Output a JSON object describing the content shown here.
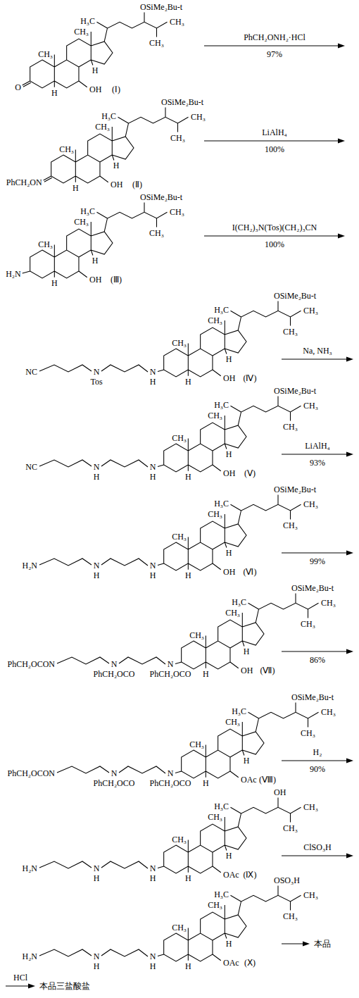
{
  "diagram": {
    "labels": [
      "OSiMe₂Bu-t",
      "H₃C",
      "CH₃",
      "CH₃",
      "CH₃",
      "CH₃",
      "H",
      "H",
      "OH",
      "O",
      "(Ⅰ)",
      "PhCH₂ONH₂·HCl",
      "97%",
      "OSiMe₂Bu-t",
      "H₃C",
      "CH₃",
      "CH₃",
      "CH₃",
      "CH₃",
      "H",
      "H",
      "OH",
      "PhCH₂ON",
      "(Ⅱ)",
      "LiAlH₄",
      "100%",
      "OSiMe₂Bu-t",
      "H₃C",
      "CH₃",
      "CH₃",
      "CH₃",
      "CH₃",
      "H",
      "H",
      "OH",
      "H₂N",
      "(Ⅲ)",
      "I(CH₂)₃N(Tos)(CH₂)₃CN",
      "100%",
      "OSiMe₂Bu-t",
      "H₃C",
      "CH₃",
      "CH₃",
      "CH₃",
      "CH₃",
      "H",
      "H",
      "OH",
      "NC",
      "N",
      "Tos",
      "N",
      "H",
      "(Ⅳ)",
      "Na, NH₃",
      "OSiMe₂Bu-t",
      "H₃C",
      "CH₃",
      "CH₃",
      "CH₃",
      "CH₃",
      "H",
      "H",
      "OH",
      "NC",
      "N",
      "H",
      "N",
      "H",
      "(Ⅴ)",
      "LiAlH₄",
      "93%",
      "OSiMe₂Bu-t",
      "H₃C",
      "CH₃",
      "CH₃",
      "CH₃",
      "CH₃",
      "H",
      "H",
      "OH",
      "H₂N",
      "N",
      "H",
      "N",
      "H",
      "(Ⅵ)",
      "99%",
      "OSiMe₂Bu-t",
      "H₃C",
      "CH₃",
      "CH₃",
      "CH₃",
      "CH₃",
      "H",
      "H",
      "OH",
      "PhCH₂OCON",
      "N",
      "PhCH₂OCO",
      "N",
      "PhCH₂OCO",
      "(Ⅶ)",
      "86%",
      "OSiMe₂Bu-t",
      "H₃C",
      "CH₃",
      "CH₃",
      "CH₃",
      "CH₃",
      "H",
      "H",
      "OAc",
      "PhCH₂OCON",
      "N",
      "PhCH₂OCO",
      "N",
      "PhCH₂OCO",
      "(Ⅷ)",
      "H₂",
      "90%",
      "OH",
      "H₃C",
      "CH₃",
      "CH₃",
      "CH₃",
      "CH₃",
      "H",
      "H",
      "OAc",
      "H₂N",
      "N",
      "H",
      "N",
      "H",
      "(Ⅸ)",
      "ClSO₃H",
      "OSO₃H",
      "H₃C",
      "CH₃",
      "CH₃",
      "CH₃",
      "CH₃",
      "H",
      "H",
      "OAc",
      "H₂N",
      "N",
      "H",
      "N",
      "H",
      "(Ⅹ)",
      "本品",
      "HCl",
      "本品三盐酸盐"
    ]
  }
}
